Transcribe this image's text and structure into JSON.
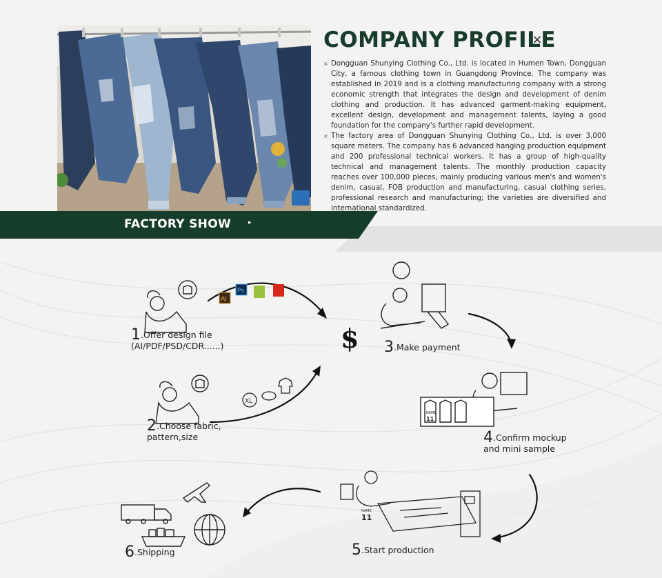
{
  "profile": {
    "title": "COMPANY PROFILE",
    "close_symbol": "×",
    "bullet_symbol": "×",
    "paragraphs": [
      "Dongguan Shunying Clothing Co., Ltd. is located in Humen Town, Dongguan City, a famous clothing town in Guangdong Province. The company was established in 2019 and is a clothing manufacturing company with a strong economic strength that integrates the design and development of denim clothing and production. It has advanced garment-making equipment, excellent design, development and management talents, laying a good foundation for the company's further rapid development.",
      "The factory area of Dongguan Shunying Clothing Co., Ltd. is over 3,000 square meters. The company has 6 advanced hanging production equipment and 200 professional technical workers. It has a group of high-quality technical and management talents. The monthly production capacity reaches over 100,000 pieces, mainly producing various men's and women's denim, casual, FOB production and manufacturing, casual clothing series, professional research and manufacturing; the varieties are diversified and international standardized."
    ]
  },
  "factory_show": {
    "title": "FACTORY SHOW",
    "arrow": "▸"
  },
  "process": {
    "dollar_symbol": "$",
    "icon_labels": {
      "ai": "Ai",
      "ps": "Ps",
      "size": "XL",
      "name": "NAME",
      "number": "11"
    },
    "steps": [
      {
        "num": "1",
        "label": ".Offer design file",
        "sub": "(AI/PDF/PSD/CDR......)"
      },
      {
        "num": "2",
        "label": ".Choose fabric,",
        "sub": "pattern,size"
      },
      {
        "num": "3",
        "label": ".Make payment",
        "sub": ""
      },
      {
        "num": "4",
        "label": ".Confirm mockup",
        "sub": "and mini sample"
      },
      {
        "num": "5",
        "label": ".Start production",
        "sub": ""
      },
      {
        "num": "6",
        "label": ".Shipping",
        "sub": ""
      }
    ]
  },
  "colors": {
    "brand_green": "#163c2b",
    "title_green": "#183b2b",
    "band_light": "#e2e4e3",
    "background": "#f3f3f3"
  }
}
